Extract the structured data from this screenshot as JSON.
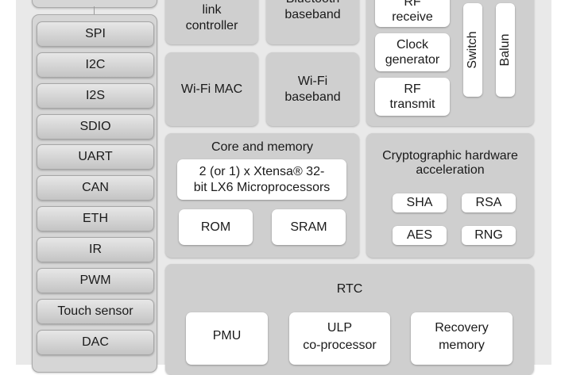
{
  "peripherals": [
    "SPI",
    "I2C",
    "I2S",
    "SDIO",
    "UART",
    "CAN",
    "ETH",
    "IR",
    "PWM",
    "Touch sensor",
    "DAC"
  ],
  "bluetooth": {
    "link_controller": "link\ncontroller",
    "baseband": "Bluetooth\nbaseband"
  },
  "wifi": {
    "mac": "Wi-Fi MAC",
    "baseband": "Wi-Fi\nbaseband"
  },
  "radio": {
    "rf_receive": "RF\nreceive",
    "clock_generator": "Clock\ngenerator",
    "rf_transmit": "RF\ntransmit",
    "switch": "Switch",
    "balun": "Balun"
  },
  "core": {
    "title": "Core and memory",
    "processor": "2 (or 1) x Xtensa® 32-\nbit LX6 Microprocessors",
    "rom": "ROM",
    "sram": "SRAM"
  },
  "crypto": {
    "title": "Cryptographic hardware\nacceleration",
    "sha": "SHA",
    "rsa": "RSA",
    "aes": "AES",
    "rng": "RNG"
  },
  "rtc": {
    "title": "RTC",
    "pmu": "PMU",
    "ulp": "ULP\nco-processor",
    "recovery": "Recovery\nmemory"
  }
}
